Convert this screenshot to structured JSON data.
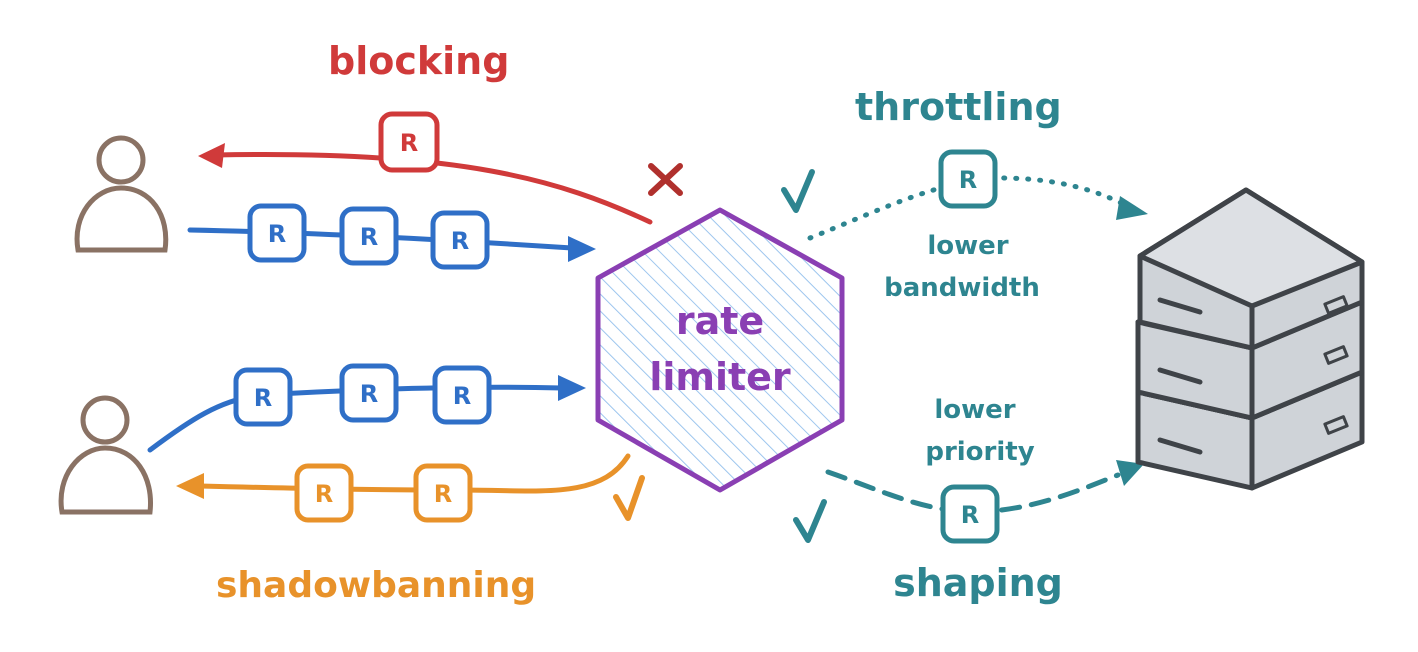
{
  "colors": {
    "blocking": "#d03a3a",
    "request": "#2f6fc7",
    "shadowbanning": "#e8922a",
    "throttling": "#2e8590",
    "limiter": "#8a3fb3",
    "limiter_hatch": "#9ec6ee",
    "user": "#8a7264",
    "server_fill": "#cfd3d8",
    "server_stroke": "#3f4348",
    "check": "#2e8590",
    "check_orange": "#e8922a",
    "cross": "#b0302d"
  },
  "labels": {
    "blocking": "blocking",
    "throttling": "throttling",
    "throttling_note_1": "lower",
    "throttling_note_2": "bandwidth",
    "shaping": "shaping",
    "shaping_note_1": "lower",
    "shaping_note_2": "priority",
    "shadowbanning": "shadowbanning",
    "limiter_line_1": "rate",
    "limiter_line_2": "limiter",
    "request_letter": "R"
  },
  "icons": {
    "user_top": "user-icon",
    "user_bottom": "user-icon",
    "server": "server-stack-icon",
    "cross": "cross-icon",
    "check": "check-icon"
  }
}
